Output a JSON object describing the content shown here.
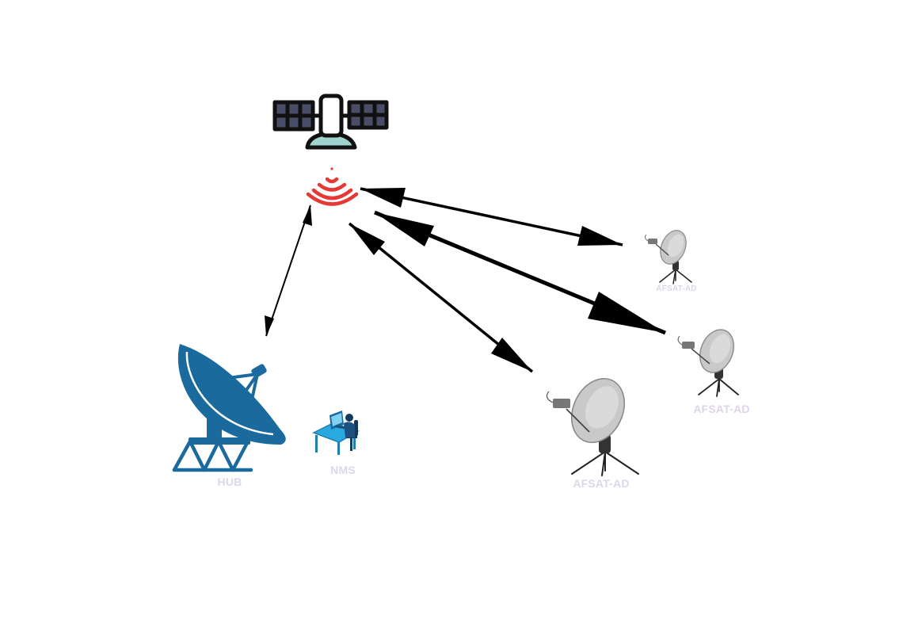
{
  "diagram": {
    "nodes": {
      "satellite": {
        "icon": "satellite-icon",
        "signal_icon": "signal-waves-icon",
        "signal_color": "#e53935"
      },
      "hub": {
        "label": "HUB",
        "icon": "hub-dish-icon",
        "color": "#1a6a9e"
      },
      "nms": {
        "label": "NMS",
        "icon": "operator-workstation-icon",
        "color": "#29a9e0"
      },
      "terminals": [
        {
          "label": "AFSAT-AD",
          "icon": "portable-dish-icon"
        },
        {
          "label": "AFSAT-AD",
          "icon": "portable-dish-icon"
        },
        {
          "label": "AFSAT-AD",
          "icon": "portable-dish-icon"
        }
      ]
    },
    "links": [
      {
        "from": "satellite",
        "to": "hub",
        "type": "bidirectional"
      },
      {
        "from": "satellite",
        "to": "terminal-1",
        "type": "bidirectional"
      },
      {
        "from": "satellite",
        "to": "terminal-2",
        "type": "bidirectional"
      },
      {
        "from": "satellite",
        "to": "terminal-3",
        "type": "bidirectional"
      }
    ],
    "colors": {
      "link": "#000000",
      "label": "#ddd6ea",
      "panel": "#4a4d68"
    }
  }
}
